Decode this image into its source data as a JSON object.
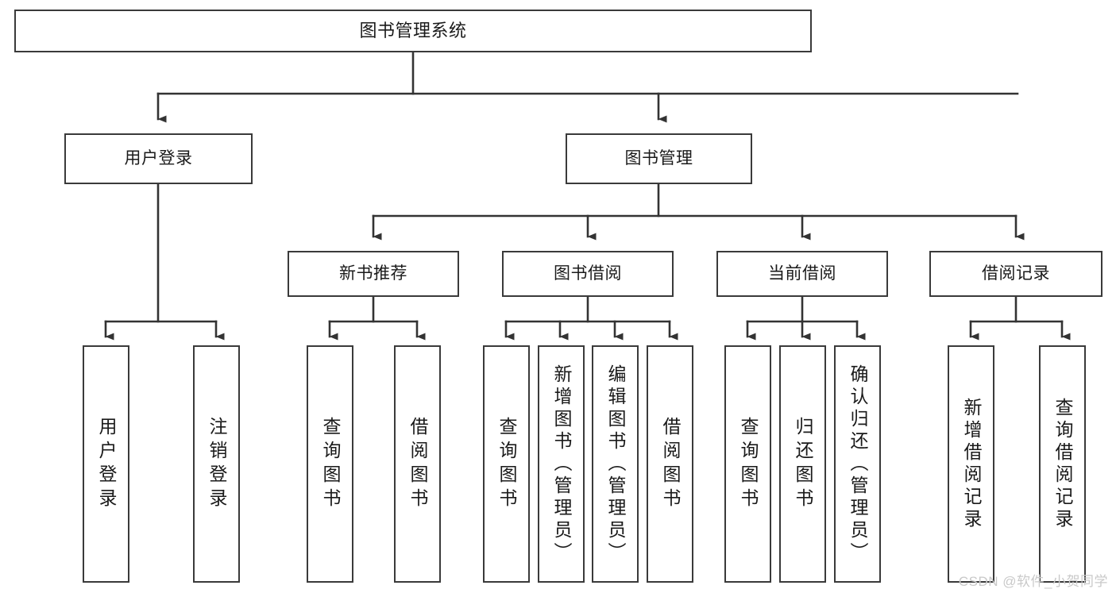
{
  "diagram": {
    "title": "图书管理系统",
    "type": "tree-hierarchy-diagram",
    "root": {
      "label": "图书管理系统"
    },
    "level2": [
      {
        "label": "用户登录"
      },
      {
        "label": "图书管理"
      }
    ],
    "level3": [
      {
        "label": "新书推荐"
      },
      {
        "label": "图书借阅"
      },
      {
        "label": "当前借阅"
      },
      {
        "label": "借阅记录"
      }
    ],
    "leaves_user_login": [
      {
        "label": "用户登录"
      },
      {
        "label": "注销登录"
      }
    ],
    "leaves_new_book": [
      {
        "label": "查询图书"
      },
      {
        "label": "借阅图书"
      }
    ],
    "leaves_borrow": [
      {
        "label": "查询图书"
      },
      {
        "label": "新增图书（管理员）"
      },
      {
        "label": "编辑图书（管理员）"
      },
      {
        "label": "借阅图书"
      }
    ],
    "leaves_current": [
      {
        "label": "查询图书"
      },
      {
        "label": "归还图书"
      },
      {
        "label": "确认归还（管理员）"
      }
    ],
    "leaves_records": [
      {
        "label": "新增借阅记录"
      },
      {
        "label": "查询借阅记录"
      }
    ],
    "watermark": "CSDN @软件_小贺同学",
    "colors": {
      "box_border": "#3a3a3a",
      "box_fill": "#ffffff",
      "text": "#1a1a1a",
      "connector": "#333333",
      "watermark": "#c9c9c9",
      "background": "#ffffff"
    }
  }
}
